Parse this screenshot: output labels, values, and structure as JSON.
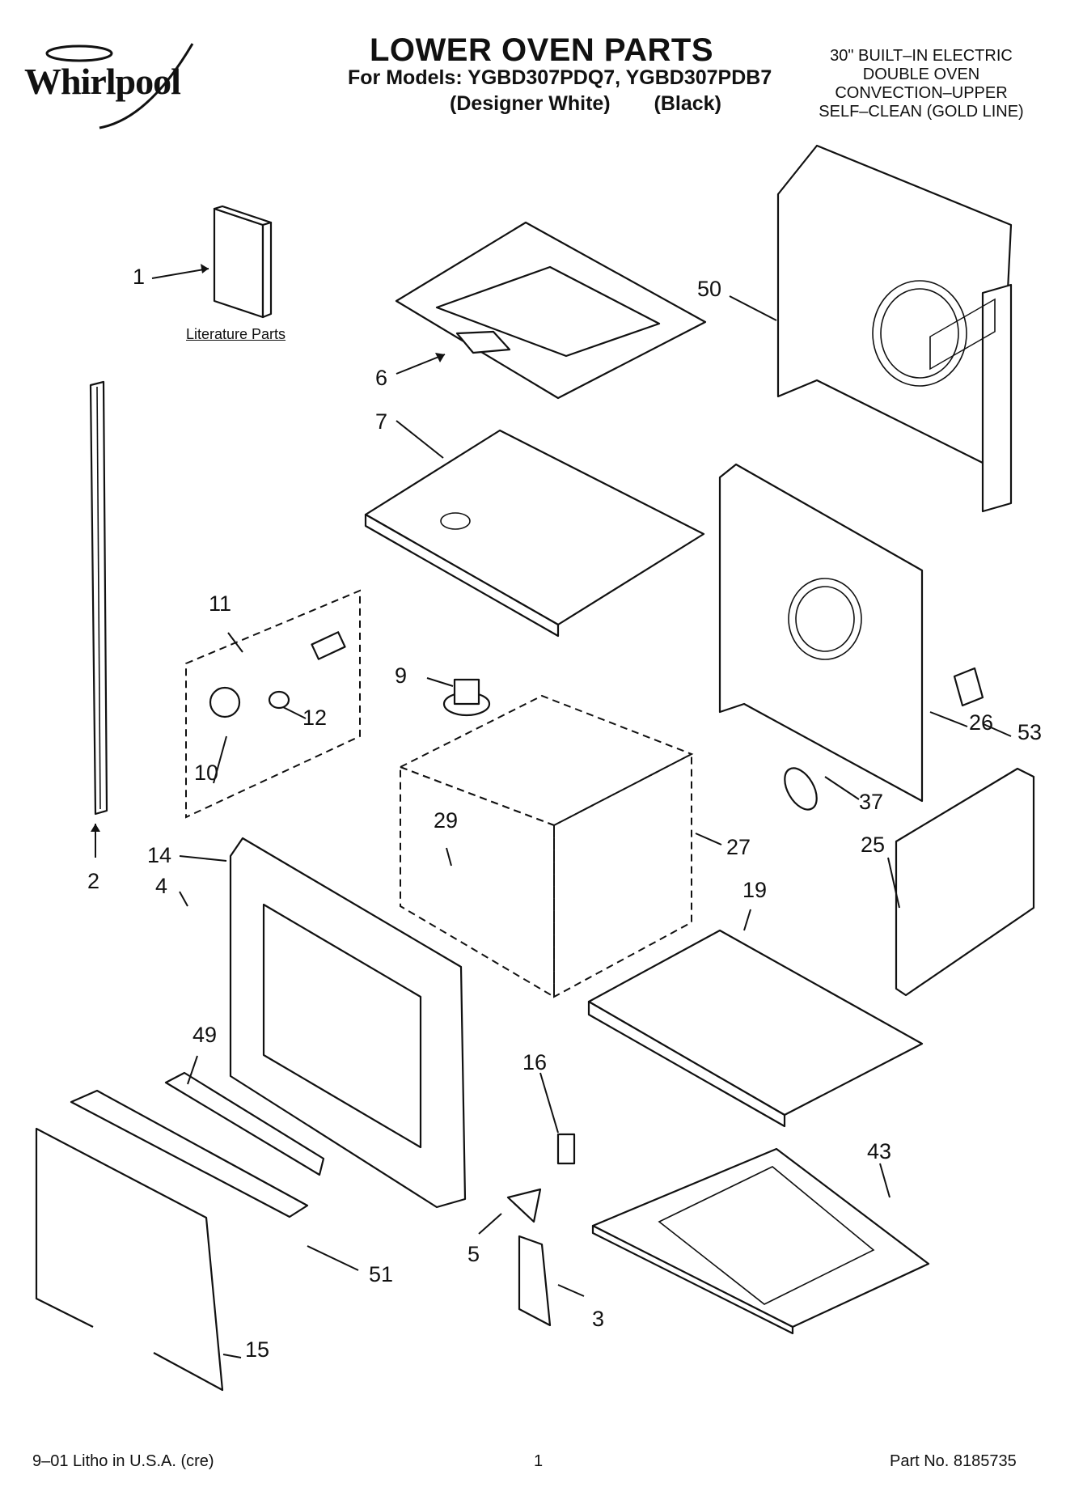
{
  "brand": {
    "name": "Whirlpool"
  },
  "header": {
    "title": "LOWER OVEN PARTS",
    "models_line": "For Models: YGBD307PDQ7, YGBD307PDB7",
    "variant_white": "(Designer White)",
    "variant_black": "(Black)"
  },
  "product_info": [
    "30\" BUILT–IN ELECTRIC",
    "DOUBLE OVEN",
    "CONVECTION–UPPER",
    "SELF–CLEAN (GOLD LINE)"
  ],
  "literature_label": "Literature Parts",
  "callouts": [
    "1",
    "2",
    "3",
    "4",
    "5",
    "6",
    "7",
    "9",
    "10",
    "11",
    "12",
    "14",
    "15",
    "16",
    "19",
    "25",
    "26",
    "27",
    "29",
    "37",
    "43",
    "49",
    "50",
    "51",
    "53"
  ],
  "footer": {
    "left": "9–01 Litho in U.S.A. (cre)",
    "center": "1",
    "right": "Part No. 8185735"
  }
}
